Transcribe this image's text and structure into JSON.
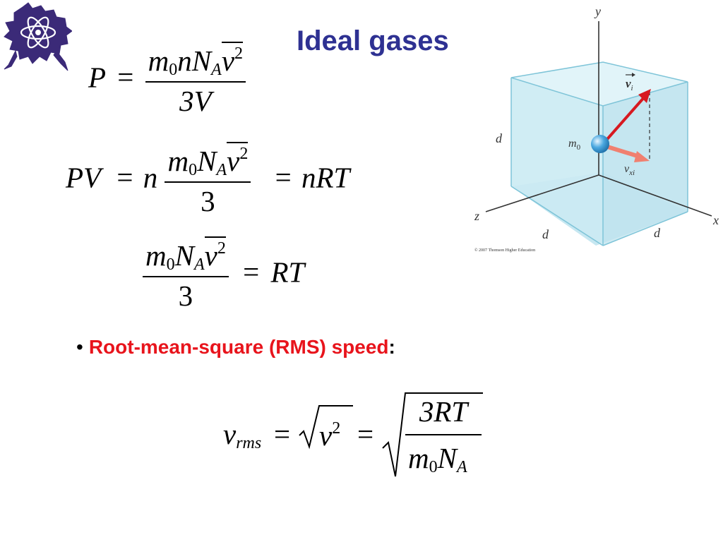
{
  "slide": {
    "title": "Ideal gases"
  },
  "logo": {
    "icon": "horned-frog-atom-logo",
    "color": "#3b2a78"
  },
  "equations": {
    "eq1": {
      "lhs": "P",
      "equals": "=",
      "num_m": "m",
      "num_m_sub": "0",
      "num_n": "n",
      "num_N": "N",
      "num_N_sub": "A",
      "num_v": "v",
      "num_v_sup": "2",
      "den": "3V"
    },
    "eq2": {
      "lhs": "PV",
      "equals": "=",
      "coef": "n",
      "num_m": "m",
      "num_m_sub": "0",
      "num_N": "N",
      "num_N_sub": "A",
      "num_v": "v",
      "num_v_sup": "2",
      "den": "3",
      "equals2": "=",
      "rhs": "nRT"
    },
    "eq3": {
      "num_m": "m",
      "num_m_sub": "0",
      "num_N": "N",
      "num_N_sub": "A",
      "num_v": "v",
      "num_v_sup": "2",
      "den": "3",
      "equals": "=",
      "rhs": "RT"
    },
    "eq4": {
      "lhs": "v",
      "lhs_sub": "rms",
      "equals": "=",
      "mid_v": "v",
      "mid_v_sup": "2",
      "equals2": "=",
      "num": "3RT",
      "den_m": "m",
      "den_m_sub": "0",
      "den_N": "N",
      "den_N_sub": "A"
    }
  },
  "bullet": {
    "marker": "•",
    "text_red": "Root-mean-square (RMS) speed",
    "text_black": ":"
  },
  "figure": {
    "labels": {
      "y": "y",
      "x": "x",
      "z": "z",
      "d_left": "d",
      "d_bottom_left": "d",
      "d_bottom_right": "d",
      "m0": "m",
      "m0_sub": "0",
      "vi": "v",
      "vi_sub": "i",
      "vxi": "v",
      "vxi_sub": "xi"
    },
    "copyright": "© 2007 Thomson Higher Education",
    "colors": {
      "cube_fill": "#cdebf3",
      "cube_edge": "#7ec4d8",
      "arrow_vi": "#d71920",
      "arrow_vxi": "#f08070",
      "sphere": "#4aa8e0"
    }
  }
}
